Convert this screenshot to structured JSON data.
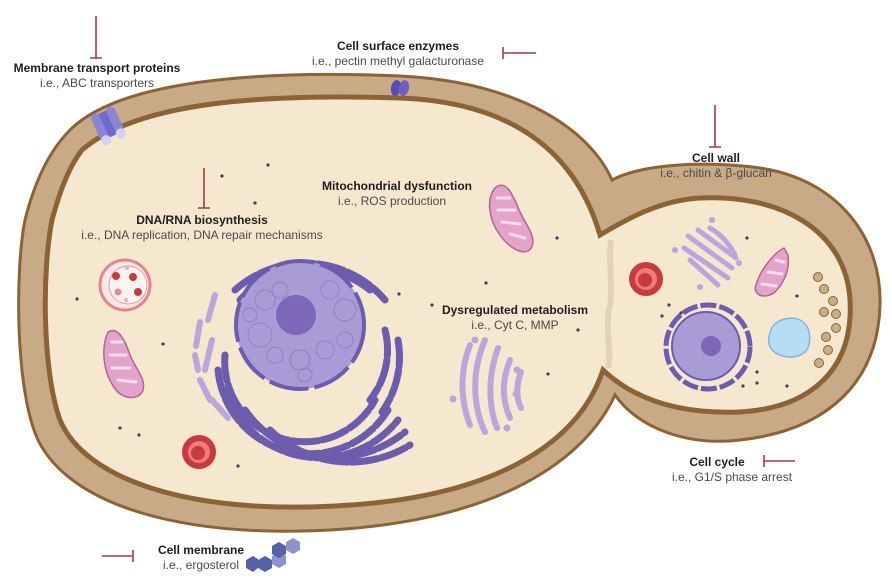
{
  "title": "Antifungal targets in a budding yeast cell",
  "colors": {
    "wall_outer": "#c8ab86",
    "wall_line": "#8c6237",
    "cytoplasm": "#f6e8cf",
    "inhibitor": "#a33a4a",
    "nucleus": "#a99bd6",
    "nucleolus": "#7c67b8",
    "er": "#6c5cad",
    "golgi": "#b9a6dd",
    "mito_fill": "#e2a5c9",
    "mito_line": "#b36496",
    "lysosome_outer": "#c63b3f",
    "lysosome_inner": "#f07c7c",
    "vacuole": "#b7dcf4",
    "vesicle": "#c7ad88",
    "sterol_dark": "#5661a8",
    "sterol_light": "#8e93cc",
    "transporter": "#8b85d6"
  },
  "targets": [
    {
      "id": "membrane-transport",
      "title": "Membrane transport proteins",
      "example": "i.e., ABC transporters"
    },
    {
      "id": "cell-surface-enzymes",
      "title": "Cell surface enzymes",
      "example": "i.e., pectin methyl galacturonase"
    },
    {
      "id": "cell-wall",
      "title": "Cell wall",
      "example": "i.e., chitin & β-glucan"
    },
    {
      "id": "dna-rna",
      "title": "DNA/RNA biosynthesis",
      "example": "i.e.,  DNA replication, DNA repair mechanisms"
    },
    {
      "id": "mitochondrial",
      "title": "Mitochondrial dysfunction",
      "example": "i.e., ROS production"
    },
    {
      "id": "metabolism",
      "title": "Dysregulated metabolism",
      "example": "i.e., Cyt C, MMP"
    },
    {
      "id": "cell-cycle",
      "title": "Cell cycle",
      "example": "i.e., G1/S phase arrest"
    },
    {
      "id": "cell-membrane",
      "title": "Cell membrane",
      "example": "i.e., ergosterol"
    }
  ]
}
